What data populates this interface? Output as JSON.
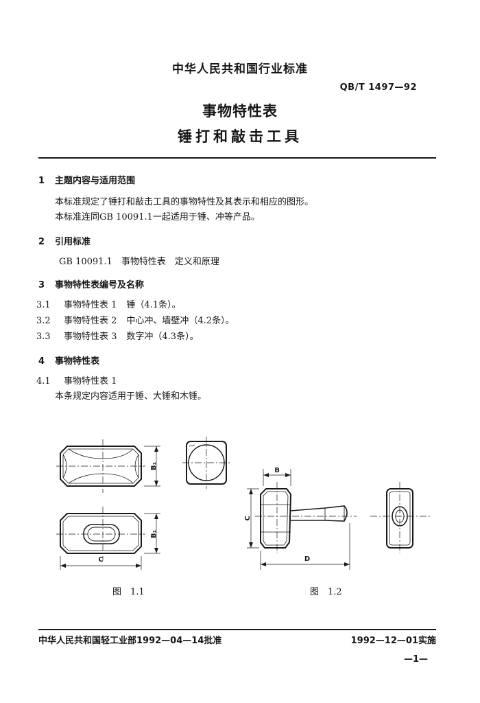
{
  "header": {
    "organization": "中华人民共和国行业标准",
    "standard_code": "QB/T 1497—92",
    "title_line1": "事物特性表",
    "title_line2": "锤打和敲击工具"
  },
  "sections": [
    {
      "number": "1",
      "heading": "主题内容与适用范围",
      "paragraphs": [
        "本标准规定了锤打和敲击工具的事物特性及其表示和相应的图形。",
        "本标准连同GB 10091.1一起适用于锤、冲等产品。"
      ]
    },
    {
      "number": "2",
      "heading": "引用标准",
      "paragraphs": [
        "GB 10091.1　事物特性表　定义和原理"
      ]
    },
    {
      "number": "3",
      "heading": "事物特性表编号及名称",
      "items": [
        {
          "number": "3.1",
          "label": "事物特性表 1",
          "text": "锤（4.1条）。"
        },
        {
          "number": "3.2",
          "label": "事物特性表 2",
          "text": "中心冲、墙壁冲（4.2条）。"
        },
        {
          "number": "3.3",
          "label": "事物特性表 3",
          "text": "数字冲（4.3条）。"
        }
      ]
    },
    {
      "number": "4",
      "heading": "事物特性表",
      "items": [
        {
          "number": "4.1",
          "label": "事物特性表 1",
          "text": ""
        }
      ],
      "paragraphs": [
        "本条规定内容适用于锤、大锤和木锤。"
      ]
    }
  ],
  "figures": {
    "fig1_caption": "图　1.1",
    "fig2_caption": "图　1.2",
    "dimension_labels": {
      "b1": "B₁",
      "c": "C",
      "b": "B",
      "d": "D"
    }
  },
  "footer": {
    "approval": "中华人民共和国轻工业部1992—04—14批准",
    "effective": "1992—12—01实施",
    "page_number": "—1—"
  }
}
